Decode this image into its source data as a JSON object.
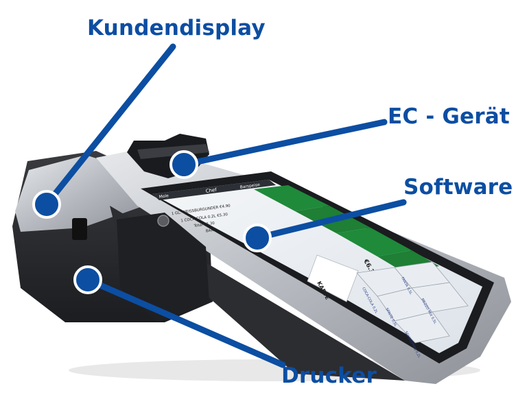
{
  "labels": {
    "kundendisplay": "Kundendisplay",
    "ec_geraet": "EC - Gerät",
    "software": "Software",
    "drucker": "Drucker"
  },
  "screen": {
    "header_left": "Mole",
    "header_center": "Chef",
    "header_right": "Barspeise",
    "receipt_lines": [
      "1  GL. WEISSBURGUNDER  €4.90",
      "1  COCA-COLA 0.2L   €5.30",
      "Total  €6.30",
      "BAR"
    ],
    "tiles": [
      "COCA-COLA 0,2L",
      "FANTA 0,5L",
      "SPRITE 0,5L",
      "MEZZO MIX 0,5L",
      "SCHWEPPES 0,2L"
    ],
    "pay_button": "KARTE",
    "amount": "€6.30"
  },
  "colors": {
    "accent": "#0c4ea2",
    "label_text": "#0c4ea2",
    "dot_stroke": "#ffffff",
    "device_dark": "#2a2b2e",
    "device_silver": "#b8bcc2",
    "screen_green": "#1f8a3a"
  }
}
